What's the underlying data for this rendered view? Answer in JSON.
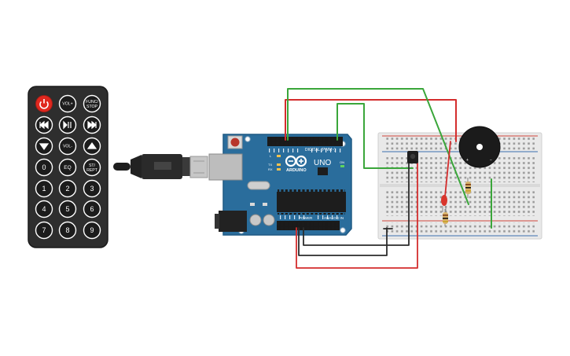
{
  "remote": {
    "buttons": [
      {
        "label": "power-icon",
        "kind": "power"
      },
      {
        "label": "VOL+"
      },
      {
        "label": "FUNC/ STOP"
      },
      {
        "label": "prev-icon",
        "kind": "icon"
      },
      {
        "label": "play-pause-icon",
        "kind": "icon"
      },
      {
        "label": "next-icon",
        "kind": "icon"
      },
      {
        "label": "down-icon",
        "kind": "icon"
      },
      {
        "label": "VOL-"
      },
      {
        "label": "up-icon",
        "kind": "icon"
      },
      {
        "label": "0"
      },
      {
        "label": "EQ"
      },
      {
        "label": "ST/ REPT"
      },
      {
        "label": "1"
      },
      {
        "label": "2"
      },
      {
        "label": "3"
      },
      {
        "label": "4"
      },
      {
        "label": "5"
      },
      {
        "label": "6"
      },
      {
        "label": "7"
      },
      {
        "label": "8"
      },
      {
        "label": "9"
      }
    ]
  },
  "arduino": {
    "model": "UNO",
    "brand": "ARDUINO",
    "digital_label": "DIGITAL (PWM~)",
    "power_label": "POWER",
    "analog_label": "ANALOG IN",
    "tx_label": "TX",
    "rx_label": "RX",
    "l_label": "L",
    "on_label": "ON"
  },
  "colors": {
    "board": "#2a6d9c",
    "wire_red": "#d42d2d",
    "wire_green": "#3aa63a",
    "wire_black": "#2b2b2b",
    "remote_body": "#2e2e2e",
    "remote_button": "#1c1c1c",
    "power_button": "#e0281f",
    "breadboard": "#e9e9e9"
  }
}
